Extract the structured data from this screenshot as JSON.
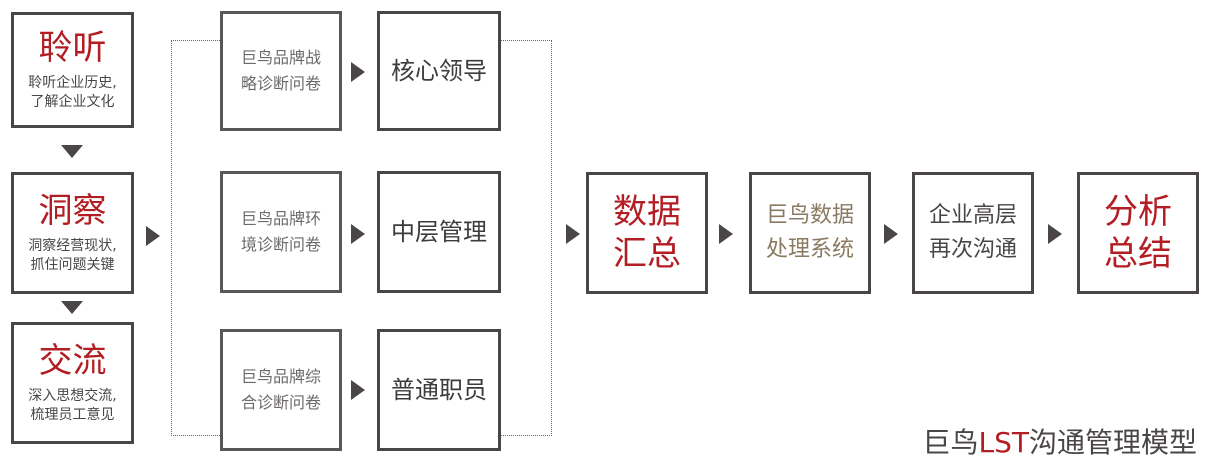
{
  "left_steps": [
    {
      "title": "聆听",
      "lines": [
        "聆听企业历史,",
        "了解企业文化"
      ]
    },
    {
      "title": "洞察",
      "lines": [
        "洞察经营现状,",
        "抓住问题关键"
      ]
    },
    {
      "title": "交流",
      "lines": [
        "深入思想交流,",
        "梳理员工意见"
      ]
    }
  ],
  "questionnaires": [
    {
      "lines": [
        "巨鸟品牌战",
        "略诊断问卷"
      ]
    },
    {
      "lines": [
        "巨鸟品牌环",
        "境诊断问卷"
      ]
    },
    {
      "lines": [
        "巨鸟品牌综",
        "合诊断问卷"
      ]
    }
  ],
  "roles": [
    "核心领导",
    "中层管理",
    "普通职员"
  ],
  "flow": [
    {
      "lines": [
        "数据",
        "汇总"
      ],
      "color": "#b21e23"
    },
    {
      "lines": [
        "巨鸟数据",
        "处理系统"
      ],
      "color": "#8a7a62"
    },
    {
      "lines": [
        "企业高层",
        "再次沟通"
      ],
      "color": "#4a4646"
    },
    {
      "lines": [
        "分析",
        "总结"
      ],
      "color": "#b21e23"
    }
  ],
  "model_title": {
    "prefix": "巨鸟",
    "accent": "LST",
    "suffix": "沟通管理模型"
  }
}
